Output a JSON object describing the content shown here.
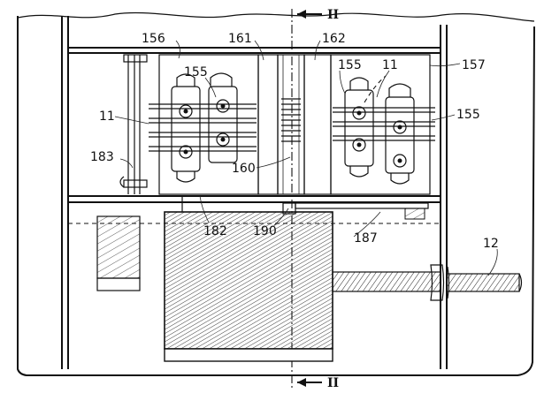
{
  "section": {
    "mark": "II"
  },
  "labels": {
    "n156": "156",
    "n161": "161",
    "n162": "162",
    "n157": "157",
    "n155a": "155",
    "n155b": "155",
    "n155c": "155",
    "n11a": "11",
    "n11b": "11",
    "n183": "183",
    "n160": "160",
    "n182": "182",
    "n190": "190",
    "n187": "187",
    "n12": "12"
  }
}
